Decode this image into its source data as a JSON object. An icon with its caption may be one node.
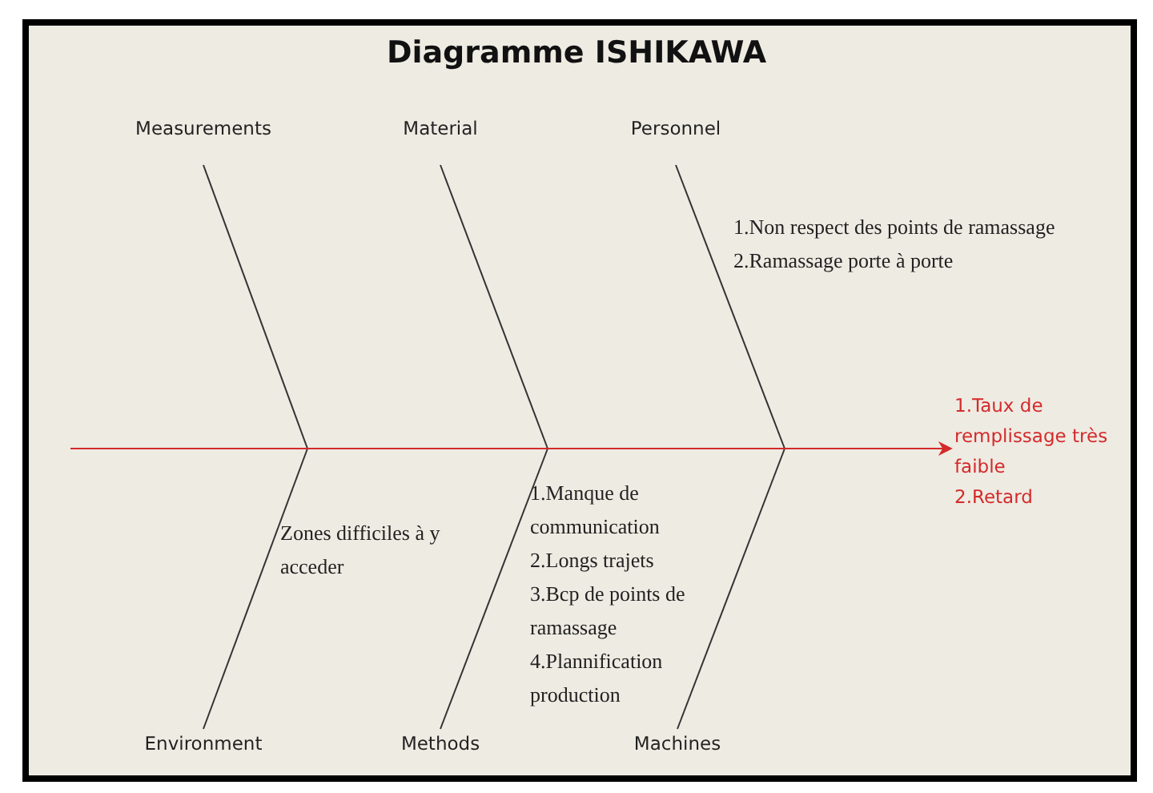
{
  "diagram": {
    "title": "Diagramme ISHIKAWA",
    "nodes": [
      {
        "text": [
          "Measurements"
        ]
      },
      {
        "text": [
          "Material"
        ]
      },
      {
        "text": [
          "Personnel"
        ]
      },
      {
        "text": [
          "Environment"
        ]
      },
      {
        "text": [
          "Methods"
        ]
      },
      {
        "text": [
          "Machines"
        ]
      },
      {
        "text": [
          "1.Taux de remplissage très faible",
          "2.Retard"
        ]
      }
    ],
    "edges": [
      {
        "from": 0,
        "to": null,
        "arrow": "none"
      },
      {
        "from": 1,
        "to": null,
        "arrow": "none"
      },
      {
        "from": 2,
        "to": null,
        "arrow": "none"
      },
      {
        "from": 3,
        "to": null,
        "arrow": "none"
      },
      {
        "from": 4,
        "to": null,
        "arrow": "none"
      },
      {
        "from": 5,
        "to": null,
        "arrow": "none"
      },
      {
        "from": null,
        "to": 6,
        "arrow": "to",
        "color": "#d42a2a"
      }
    ],
    "labels": [
      "1.Non respect des points de ramassage",
      "2.Ramassage porte à porte",
      "Zones difficiles à y acceder",
      "1.Manque de communication",
      "2.Longs trajets",
      "3.Bcp de points de ramassage",
      "4.Plannification production"
    ]
  }
}
